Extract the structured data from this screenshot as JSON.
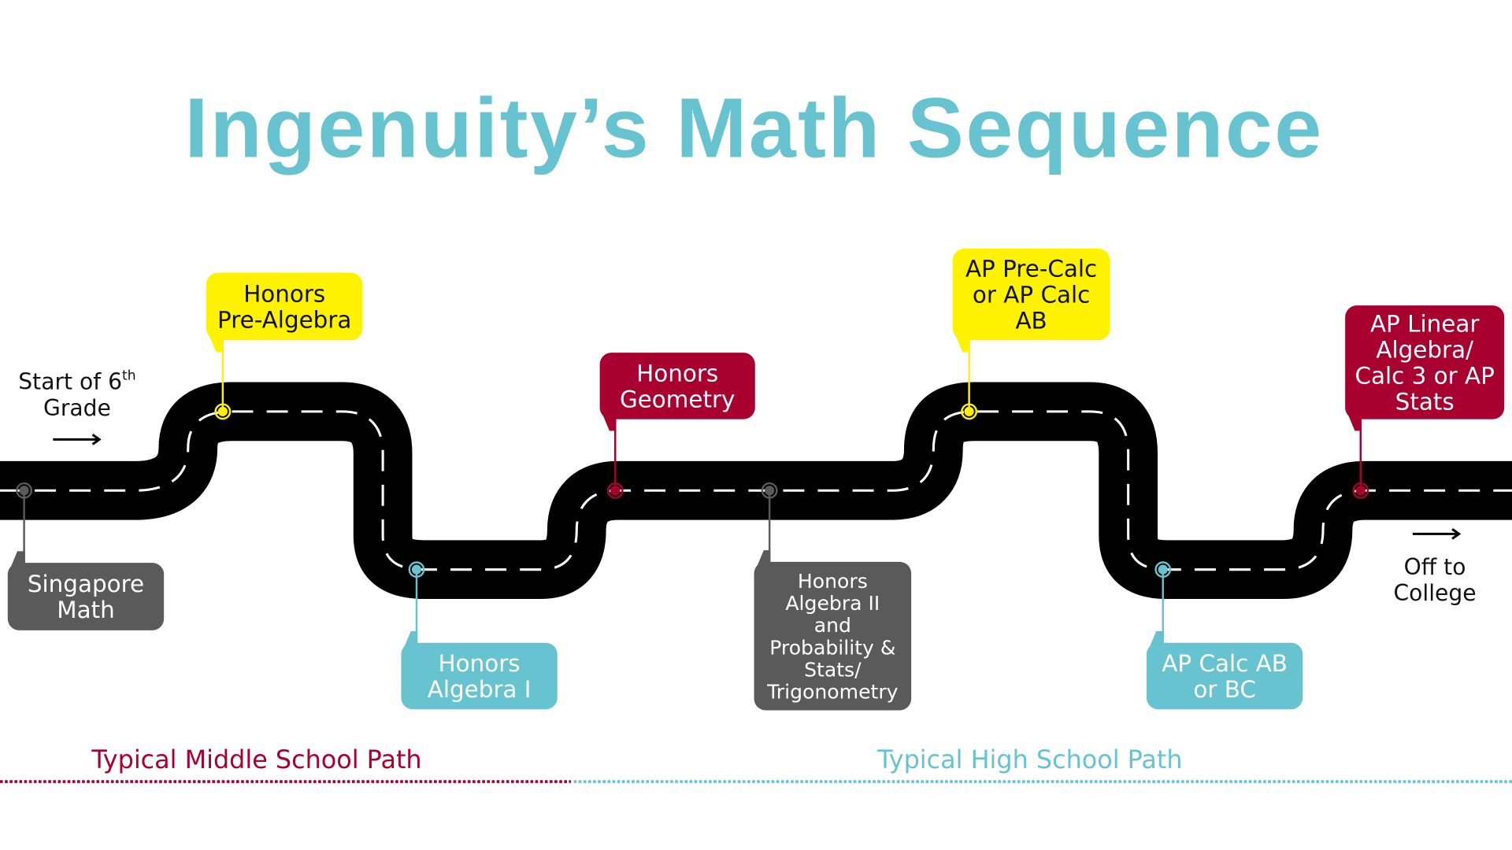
{
  "title": "Ingenuity’s Math Sequence",
  "colors": {
    "title": "#67C3CF",
    "yellow": "#FFF200",
    "crimson": "#A8002F",
    "teal": "#67C3CF",
    "gray": "#5A5A5A",
    "road": "#000000"
  },
  "start": {
    "line1": "Start of 6",
    "sup": "th",
    "line2": "Grade",
    "icon": "arrow-right-icon"
  },
  "end": {
    "line1": "Off to",
    "line2": "College",
    "icon": "arrow-right-icon"
  },
  "milestones": [
    {
      "lines": [
        "Singapore",
        "Math"
      ],
      "color": "gray"
    },
    {
      "lines": [
        "Honors",
        "Pre-Algebra"
      ],
      "color": "yellow"
    },
    {
      "lines": [
        "Honors",
        "Algebra I"
      ],
      "color": "teal"
    },
    {
      "lines": [
        "Honors",
        "Geometry"
      ],
      "color": "crimson"
    },
    {
      "lines": [
        "Honors",
        "Algebra II",
        "and",
        "Probability &",
        "Stats/",
        "Trigonometry"
      ],
      "color": "gray"
    },
    {
      "lines": [
        "AP Pre-Calc",
        "or AP Calc",
        "AB"
      ],
      "color": "yellow"
    },
    {
      "lines": [
        "AP Calc AB",
        "or BC"
      ],
      "color": "teal"
    },
    {
      "lines": [
        "AP Linear",
        "Algebra/",
        "Calc 3 or AP",
        "Stats"
      ],
      "color": "crimson"
    }
  ],
  "paths": {
    "middle": "Typical Middle School Path",
    "high": "Typical High School Path"
  }
}
